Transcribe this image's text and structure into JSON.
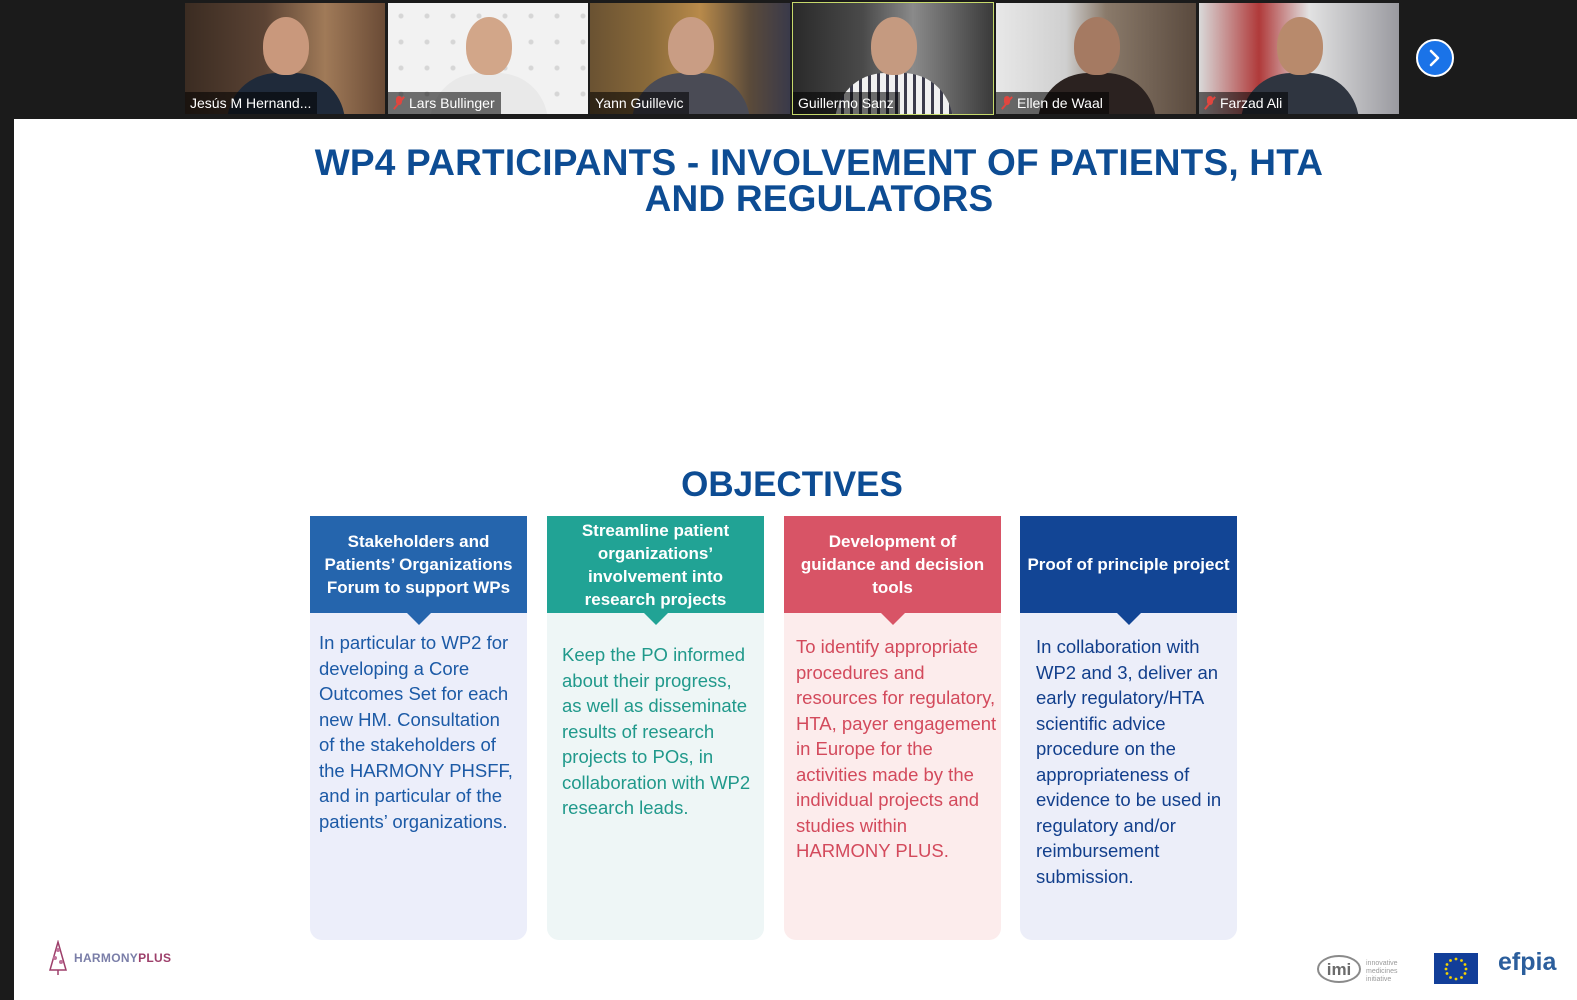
{
  "participants": [
    {
      "name": "Jesús M Hernand...",
      "muted": false,
      "active": false
    },
    {
      "name": "Lars Bullinger",
      "muted": true,
      "active": false
    },
    {
      "name": "Yann Guillevic",
      "muted": false,
      "active": false
    },
    {
      "name": "Guillermo Sanz",
      "muted": false,
      "active": true
    },
    {
      "name": "Ellen de Waal",
      "muted": true,
      "active": false
    },
    {
      "name": "Farzad Ali",
      "muted": true,
      "active": false
    }
  ],
  "slide": {
    "title_line1": "WP4 PARTICIPANTS - INVOLVEMENT OF PATIENTS, HTA",
    "title_line2": "AND REGULATORS",
    "objectives_heading": "OBJECTIVES",
    "columns": [
      {
        "header": "Stakeholders and Patients’ Organizations Forum to support WPs",
        "body": "In particular to WP2 for developing a Core Outcomes Set for each new HM. Consultation of the stakeholders of the HARMONY PHSFF, and in particular of the patients’ organizations."
      },
      {
        "header": "Streamline patient organizations’ involvement into research projects",
        "body": "Keep the PO informed about their progress, as well as disseminate results of research projects to POs, in collaboration with WP2 research leads."
      },
      {
        "header": "Development of guidance and decision tools",
        "body": "To identify appropriate procedures and resources for regulatory, HTA, payer engagement in Europe for the activities made by the individual projects and studies within HARMONY PLUS."
      },
      {
        "header": "Proof of principle project",
        "body": "In collaboration with WP2 and 3, deliver an early regulatory/HTA scientific advice procedure on the appropriateness of evidence to be used in regulatory and/or reimbursement submission."
      }
    ],
    "footer": {
      "harmony_logo_part1": "HARMONY",
      "harmony_logo_part2": "PLUS",
      "imi_logo": "imi",
      "imi_tagline": "innovative medicines initiative",
      "efpia_logo": "efpia"
    }
  },
  "colors": {
    "title_blue": "#0d4c93",
    "col1": "#2565ad",
    "col2": "#21a395",
    "col3": "#d85466",
    "col4": "#124595",
    "active_speaker_border": "#c6d96b",
    "next_button": "#1a73e8"
  },
  "icons": {
    "next_page": "chevron-right-icon",
    "muted": "mic-off-icon"
  }
}
